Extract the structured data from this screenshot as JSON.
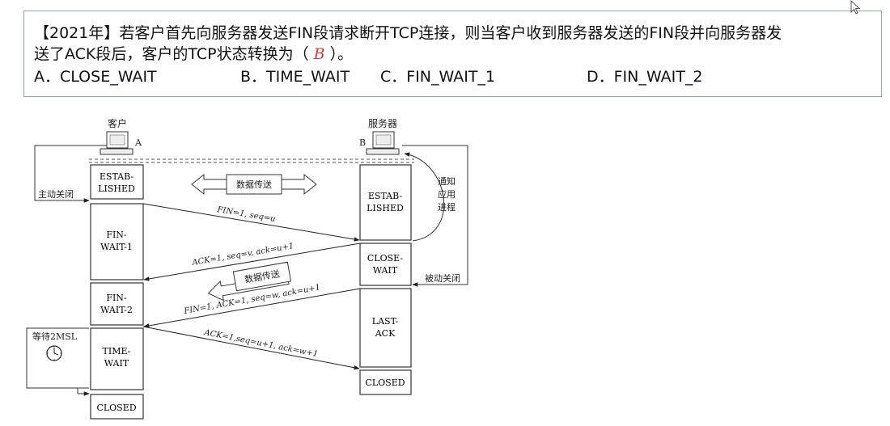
{
  "question": {
    "line1": "【2021年】若客户首先向服务器发送FIN段请求断开TCP连接，则当客户收到服务器发送的FIN段并向服务器发",
    "line2_a": "送了ACK段后，客户的TCP状态转换为（",
    "answer": "B",
    "line2_b": "）。",
    "options": [
      "A．CLOSE_WAIT",
      "B．TIME_WAIT",
      "C．FIN_WAIT_1",
      "D．FIN_WAIT_2"
    ]
  },
  "diagram": {
    "client_label": "客户",
    "server_label": "服务器",
    "client_letter": "A",
    "server_letter": "B",
    "client_states": [
      [
        "ESTAB-",
        "LISHED"
      ],
      [
        "FIN-",
        "WAIT-1"
      ],
      [
        "FIN-",
        "WAIT-2"
      ],
      [
        "TIME-",
        "WAIT"
      ],
      [
        "CLOSED"
      ]
    ],
    "server_states": [
      [
        "ESTAB-",
        "LISHED"
      ],
      [
        "CLOSE-",
        "WAIT"
      ],
      [
        "LAST-",
        "ACK"
      ],
      [
        "CLOSED"
      ]
    ],
    "active_close": "主动关闭",
    "passive_close": "被动关闭",
    "notify_app": [
      "通知",
      "应用",
      "进程"
    ],
    "data_transfer_1": "数据传送",
    "data_transfer_2": "数据传送",
    "wait_2msl": "等待2MSL",
    "messages": [
      "FIN=1, seq=u",
      "ACK=1, seq=v, ack=u+1",
      "FIN=1, ACK=1, seq=w, ack=u+1",
      "ACK=1,seq=u+1, ack=w+1"
    ]
  }
}
